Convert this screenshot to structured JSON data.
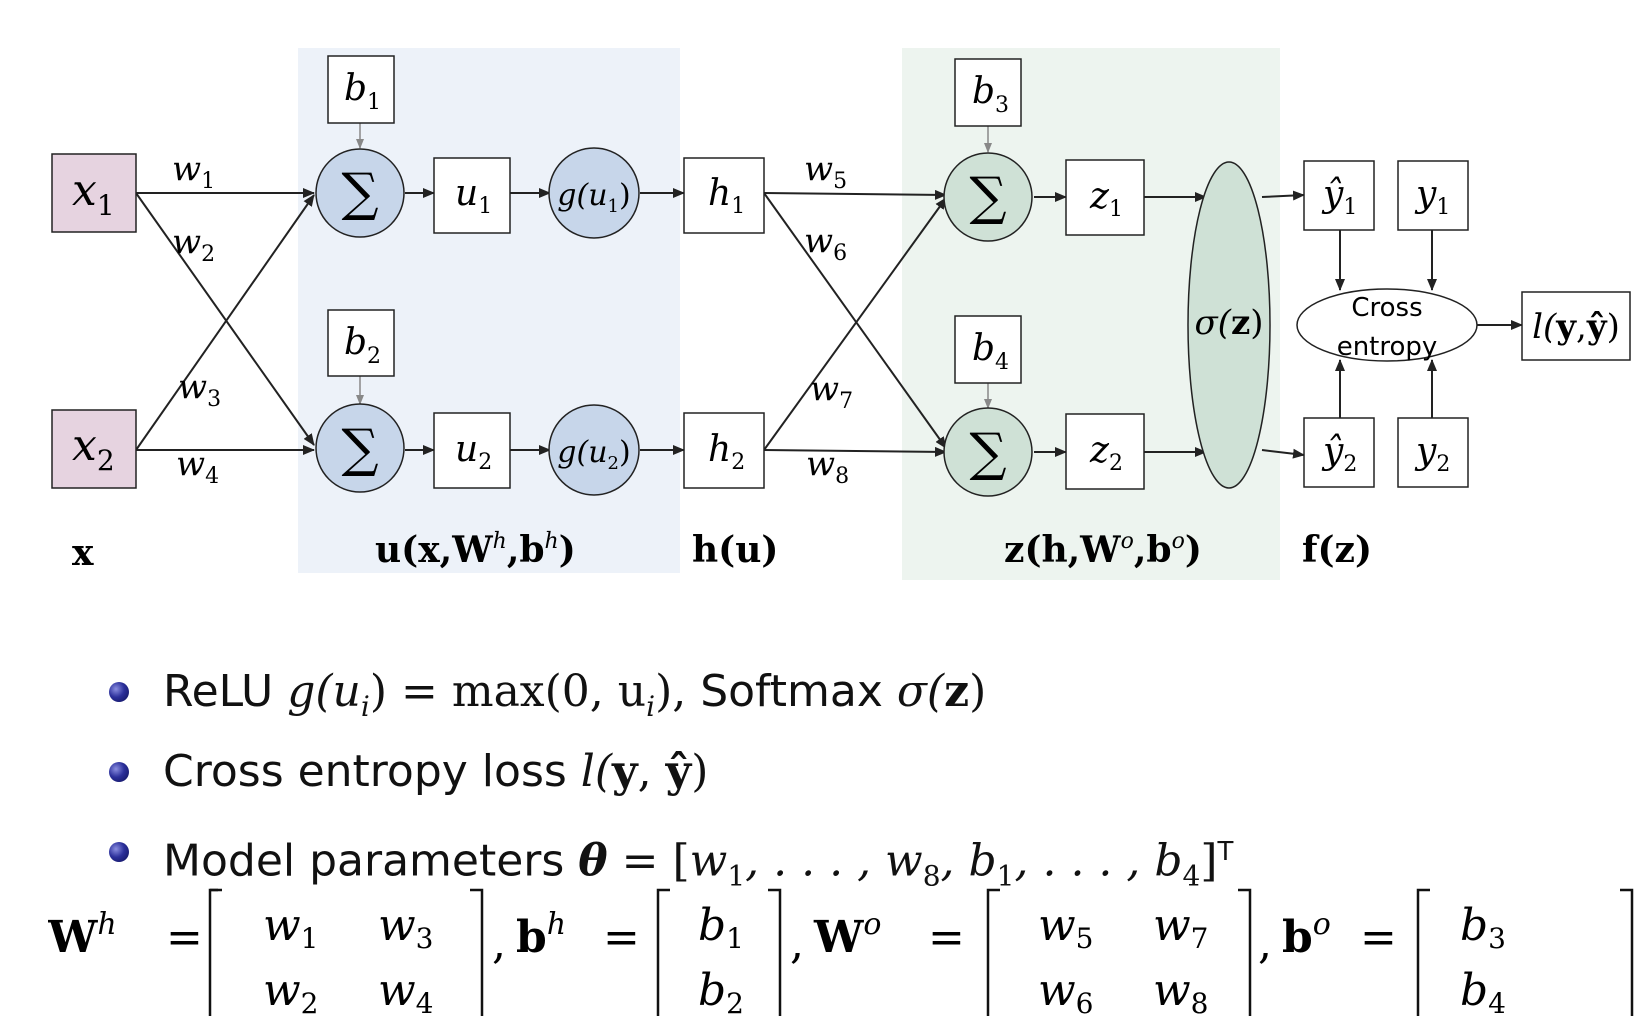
{
  "diagram": {
    "inputs": [
      {
        "sym": "x",
        "sub": "1"
      },
      {
        "sym": "x",
        "sub": "2"
      }
    ],
    "biases": [
      {
        "sym": "b",
        "sub": "1"
      },
      {
        "sym": "b",
        "sub": "2"
      },
      {
        "sym": "b",
        "sub": "3"
      },
      {
        "sym": "b",
        "sub": "4"
      }
    ],
    "weights": [
      {
        "sym": "w",
        "sub": "1"
      },
      {
        "sym": "w",
        "sub": "2"
      },
      {
        "sym": "w",
        "sub": "3"
      },
      {
        "sym": "w",
        "sub": "4"
      },
      {
        "sym": "w",
        "sub": "5"
      },
      {
        "sym": "w",
        "sub": "6"
      },
      {
        "sym": "w",
        "sub": "7"
      },
      {
        "sym": "w",
        "sub": "8"
      }
    ],
    "sum_symbol": "∑",
    "u_nodes": [
      {
        "sym": "u",
        "sub": "1"
      },
      {
        "sym": "u",
        "sub": "2"
      }
    ],
    "g_nodes": [
      {
        "pre": "g(",
        "sym": "u",
        "sub": "1",
        "post": ")"
      },
      {
        "pre": "g(",
        "sym": "u",
        "sub": "2",
        "post": ")"
      }
    ],
    "h_nodes": [
      {
        "sym": "h",
        "sub": "1"
      },
      {
        "sym": "h",
        "sub": "2"
      }
    ],
    "z_nodes": [
      {
        "sym": "z",
        "sub": "1"
      },
      {
        "sym": "z",
        "sub": "2"
      }
    ],
    "sigma": {
      "pre": "σ(",
      "bold": "z",
      "post": ")"
    },
    "yhat_nodes": [
      {
        "sym": "ŷ",
        "sub": "1"
      },
      {
        "sym": "ŷ",
        "sub": "2"
      }
    ],
    "y_nodes": [
      {
        "sym": "y",
        "sub": "1"
      },
      {
        "sym": "y",
        "sub": "2"
      }
    ],
    "cross_entropy": {
      "line1": "Cross",
      "line2": "entropy"
    },
    "loss": {
      "pre": "l(",
      "y": "y",
      "sep": ",",
      "yhat": "ŷ",
      "post": ")"
    },
    "layer_labels": {
      "x": "x",
      "u": {
        "a": "u(x,W",
        "sup1": "h",
        "b": ",b",
        "sup2": "h",
        "c": ")"
      },
      "h": "h(u)",
      "z": {
        "a": "z(h,W",
        "sup1": "o",
        "b": ",b",
        "sup2": "o",
        "c": ")"
      },
      "f": "f(z)"
    },
    "colors": {
      "input_fill": "#e6d3e0",
      "hidden_panel": "#edf2f9",
      "hidden_node": "#c7d6ea",
      "output_panel": "#edf4ef",
      "output_node": "#cfe1d6",
      "stroke": "#222222",
      "bias_arrow": "#888888"
    }
  },
  "bullets": [
    {
      "text": "ReLU",
      "math": "g(u",
      "math_sub": "i",
      "math2": ") = max(0, u",
      "math2_sub": "i",
      "math3": "),",
      "text2": " Softmax ",
      "math4": "σ(",
      "math4_bold": "z",
      "math4_end": ")"
    },
    {
      "text": "Cross entropy loss ",
      "math": "l(",
      "bold1": "y",
      "sep": ", ",
      "bold2": "ŷ",
      "end": ")"
    },
    {
      "text": "Model parameters ",
      "theta": "θ",
      "eq": " = [",
      "body": "w",
      "s1": "1",
      "mid1": ", . . . , w",
      "s2": "8",
      "mid2": ", b",
      "s3": "1",
      "mid3": ", . . . , b",
      "s4": "4",
      "end": "]",
      "sup": "T"
    }
  ],
  "matrices": {
    "Wh": {
      "name": "W",
      "sup": "h",
      "cells": [
        [
          "w",
          "1",
          "w",
          "3"
        ],
        [
          "w",
          "2",
          "w",
          "4"
        ]
      ]
    },
    "bh": {
      "name": "b",
      "sup": "h",
      "cells": [
        [
          "b",
          "1"
        ],
        [
          "b",
          "2"
        ]
      ]
    },
    "Wo": {
      "name": "W",
      "sup": "o",
      "cells": [
        [
          "w",
          "5",
          "w",
          "7"
        ],
        [
          "w",
          "6",
          "w",
          "8"
        ]
      ]
    },
    "bo": {
      "name": "b",
      "sup": "o",
      "cells": [
        [
          "b",
          "3"
        ],
        [
          "b",
          "4"
        ]
      ]
    },
    "eq": "=",
    "comma": ","
  }
}
